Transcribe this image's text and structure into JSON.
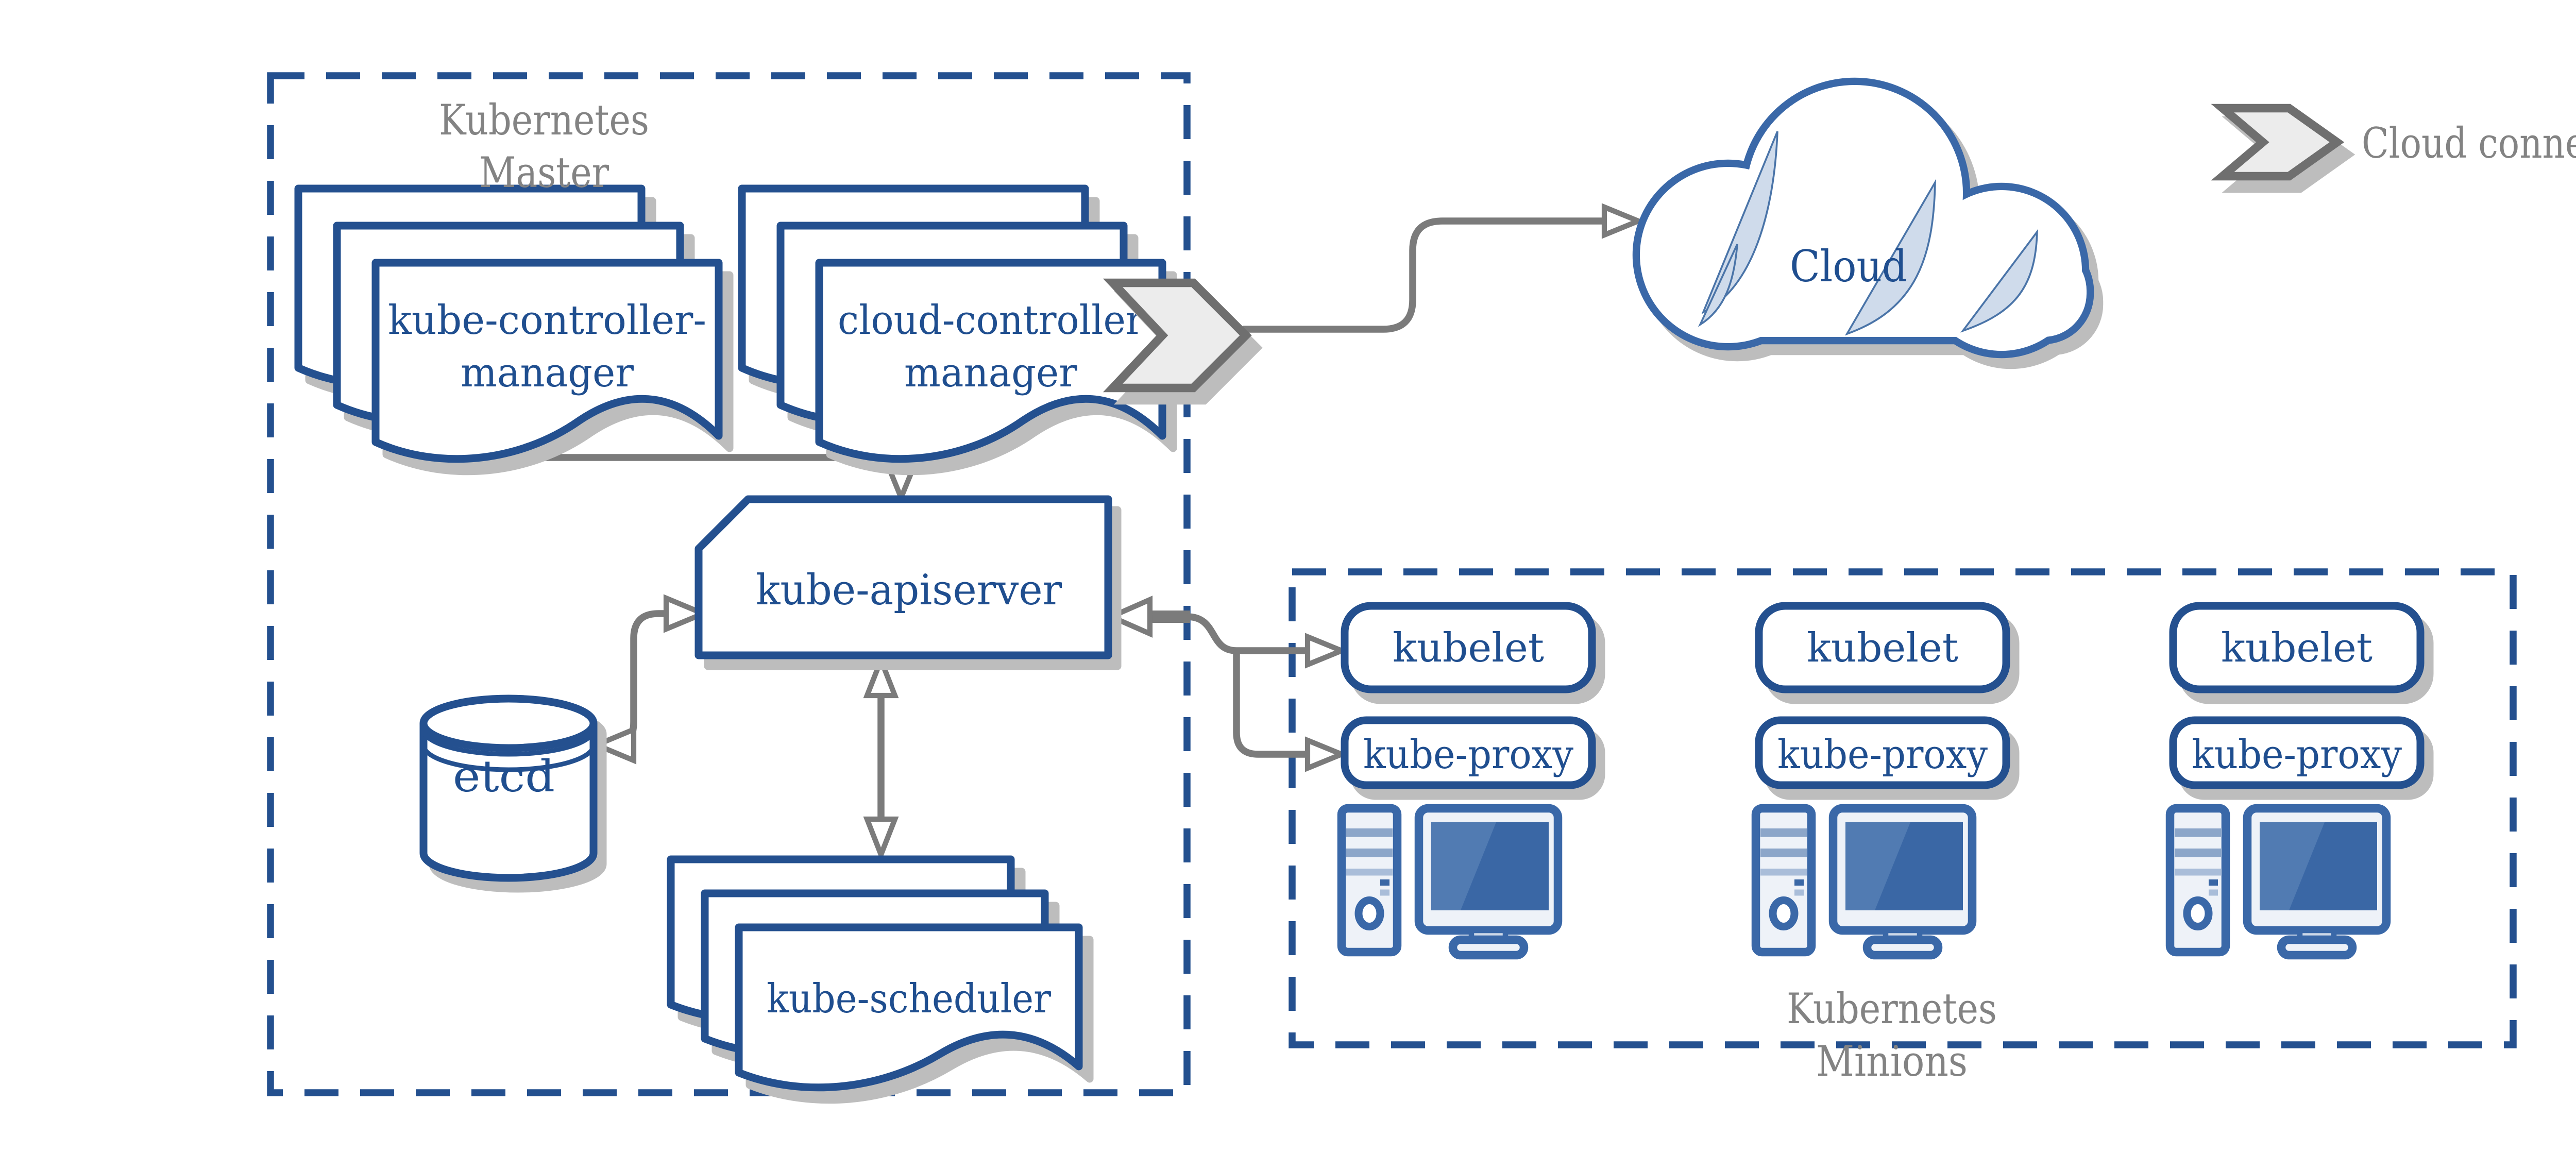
{
  "colors": {
    "stroke_blue": "#24508f",
    "text_blue": "#1f4e8f",
    "cloud_blue": "#3a68a8",
    "line_gray": "#7b7b7b",
    "text_gray": "#838383",
    "shadow": "#bdbdbd",
    "chevron_fill": "#ececec",
    "chevron_stroke": "#6f6f6f",
    "panel_fill": "#eef2f8",
    "screen_blue": "#3a67a5",
    "screen_light": "#517bb2",
    "band": "#8ca6c9",
    "band_light": "#a9bdd9",
    "accent_light": "#cfdbeb",
    "accent_edge": "#4a74a8"
  },
  "master": {
    "label_line1": "Kubernetes",
    "label_line2": "Master",
    "controller_manager": {
      "line1": "kube-controller-",
      "line2": "manager"
    },
    "cloud_controller_manager": {
      "line1": "cloud-controller",
      "line2": "manager"
    },
    "apiserver": "kube-apiserver",
    "etcd": "etcd",
    "scheduler": "kube-scheduler"
  },
  "cloud": {
    "label": "Cloud"
  },
  "legend": {
    "label": "Cloud connector"
  },
  "minions": {
    "label_line1": "Kubernetes",
    "label_line2": "Minions",
    "columns": [
      {
        "kubelet": "kubelet",
        "proxy": "kube-proxy"
      },
      {
        "kubelet": "kubelet",
        "proxy": "kube-proxy"
      },
      {
        "kubelet": "kubelet",
        "proxy": "kube-proxy"
      }
    ]
  }
}
